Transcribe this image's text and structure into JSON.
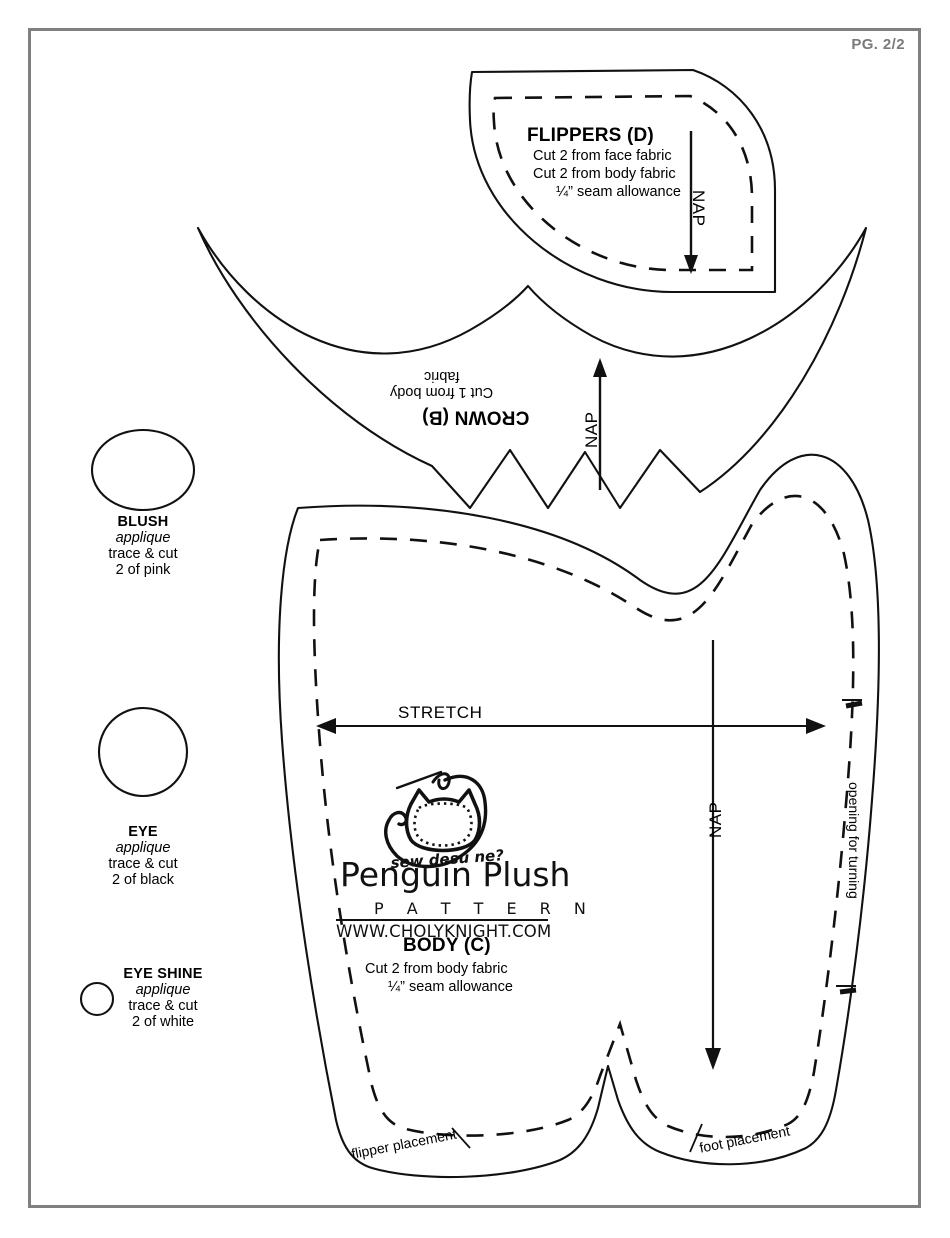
{
  "page": {
    "number_label": "PG. 2/2",
    "border_color": "#808080",
    "ink_color": "#000000",
    "background": "#ffffff"
  },
  "pieces": {
    "flippers": {
      "title": "FLIPPERS (D)",
      "line1": "Cut 2 from face fabric",
      "line2": "Cut 2 from body fabric",
      "line3": "¼” seam allowance",
      "nap_label": "NAP",
      "nap_direction": "down"
    },
    "crown": {
      "title": "CROWN (B)",
      "line1": "Cut 1 from body",
      "line2": "fabric",
      "orientation": "upside-down",
      "nap_label": "NAP",
      "nap_direction": "up"
    },
    "body": {
      "title": "BODY (C)",
      "line1": "Cut 2 from body fabric",
      "line2": "¼” seam allowance",
      "nap_label": "NAP",
      "nap_direction": "down",
      "stretch_label": "STRETCH",
      "stretch_direction": "double",
      "opening_label": "opening for turning",
      "flipper_placement_label": "flipper placement",
      "foot_placement_label": "foot placement"
    }
  },
  "applique": [
    {
      "name": "BLUSH",
      "type": "applique",
      "instruction": "trace & cut",
      "quantity": "2 of pink",
      "shape": "ellipse"
    },
    {
      "name": "EYE",
      "type": "applique",
      "instruction": "trace & cut",
      "quantity": "2 of black",
      "shape": "circle"
    },
    {
      "name": "EYE SHINE",
      "type": "applique",
      "instruction": "trace & cut",
      "quantity": "2 of white",
      "shape": "small-circle"
    }
  ],
  "logo": {
    "title": "Penguin Plush",
    "subtitle": "P A T T E R N",
    "url": "WWW.CHOLYKNIGHT.COM",
    "mark_text": "sew desu ne?"
  }
}
